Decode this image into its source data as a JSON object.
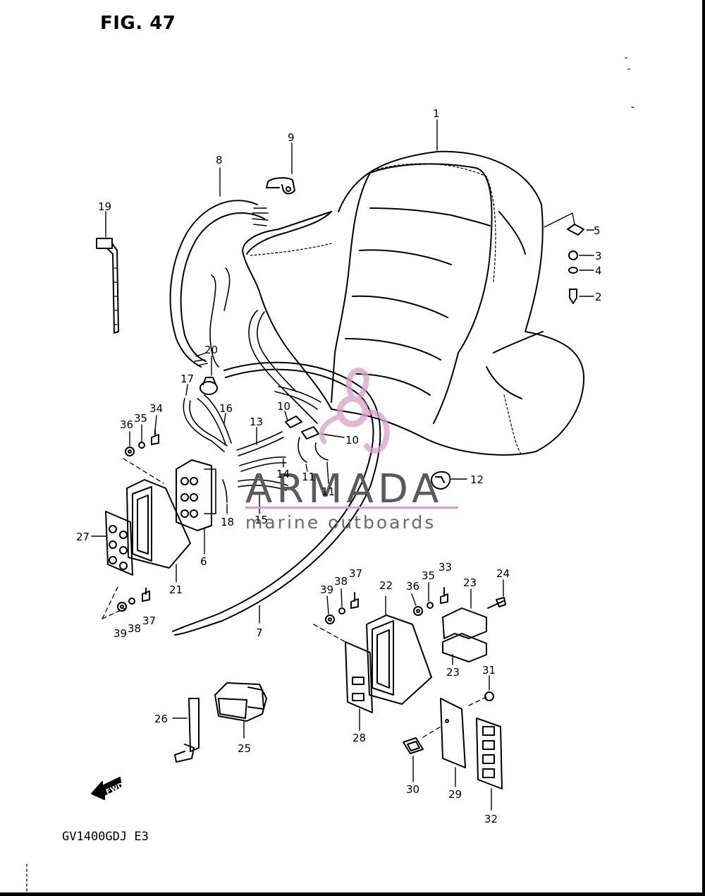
{
  "figure": {
    "title": "FIG. 47",
    "model_code": "GV1400GDJ E3",
    "fwd_label": "FWD"
  },
  "watermark": {
    "brand": "ARMADA",
    "tagline": "marine outboards",
    "accent_color": "#d9a0c4",
    "text_color": "#5a5a5a"
  },
  "callouts": [
    {
      "id": "c1",
      "label": "1"
    },
    {
      "id": "c2",
      "label": "2"
    },
    {
      "id": "c3",
      "label": "3"
    },
    {
      "id": "c4",
      "label": "4"
    },
    {
      "id": "c5",
      "label": "5"
    },
    {
      "id": "c6",
      "label": "6"
    },
    {
      "id": "c7",
      "label": "7"
    },
    {
      "id": "c8",
      "label": "8"
    },
    {
      "id": "c9",
      "label": "9"
    },
    {
      "id": "c10a",
      "label": "10"
    },
    {
      "id": "c10b",
      "label": "10"
    },
    {
      "id": "c11a",
      "label": "11"
    },
    {
      "id": "c11b",
      "label": "11"
    },
    {
      "id": "c12",
      "label": "12"
    },
    {
      "id": "c13",
      "label": "13"
    },
    {
      "id": "c14",
      "label": "14"
    },
    {
      "id": "c15",
      "label": "15"
    },
    {
      "id": "c16",
      "label": "16"
    },
    {
      "id": "c17",
      "label": "17"
    },
    {
      "id": "c18",
      "label": "18"
    },
    {
      "id": "c19",
      "label": "19"
    },
    {
      "id": "c20",
      "label": "20"
    },
    {
      "id": "c21",
      "label": "21"
    },
    {
      "id": "c22",
      "label": "22"
    },
    {
      "id": "c23a",
      "label": "23"
    },
    {
      "id": "c23b",
      "label": "23"
    },
    {
      "id": "c24",
      "label": "24"
    },
    {
      "id": "c25",
      "label": "25"
    },
    {
      "id": "c26",
      "label": "26"
    },
    {
      "id": "c27",
      "label": "27"
    },
    {
      "id": "c28",
      "label": "28"
    },
    {
      "id": "c29",
      "label": "29"
    },
    {
      "id": "c30",
      "label": "30"
    },
    {
      "id": "c31",
      "label": "31"
    },
    {
      "id": "c32",
      "label": "32"
    },
    {
      "id": "c33",
      "label": "33"
    },
    {
      "id": "c34",
      "label": "34"
    },
    {
      "id": "c35a",
      "label": "35"
    },
    {
      "id": "c35b",
      "label": "35"
    },
    {
      "id": "c36a",
      "label": "36"
    },
    {
      "id": "c36b",
      "label": "36"
    },
    {
      "id": "c37a",
      "label": "37"
    },
    {
      "id": "c37b",
      "label": "37"
    },
    {
      "id": "c38a",
      "label": "38"
    },
    {
      "id": "c38b",
      "label": "38"
    },
    {
      "id": "c39a",
      "label": "39"
    },
    {
      "id": "c39b",
      "label": "39"
    }
  ]
}
